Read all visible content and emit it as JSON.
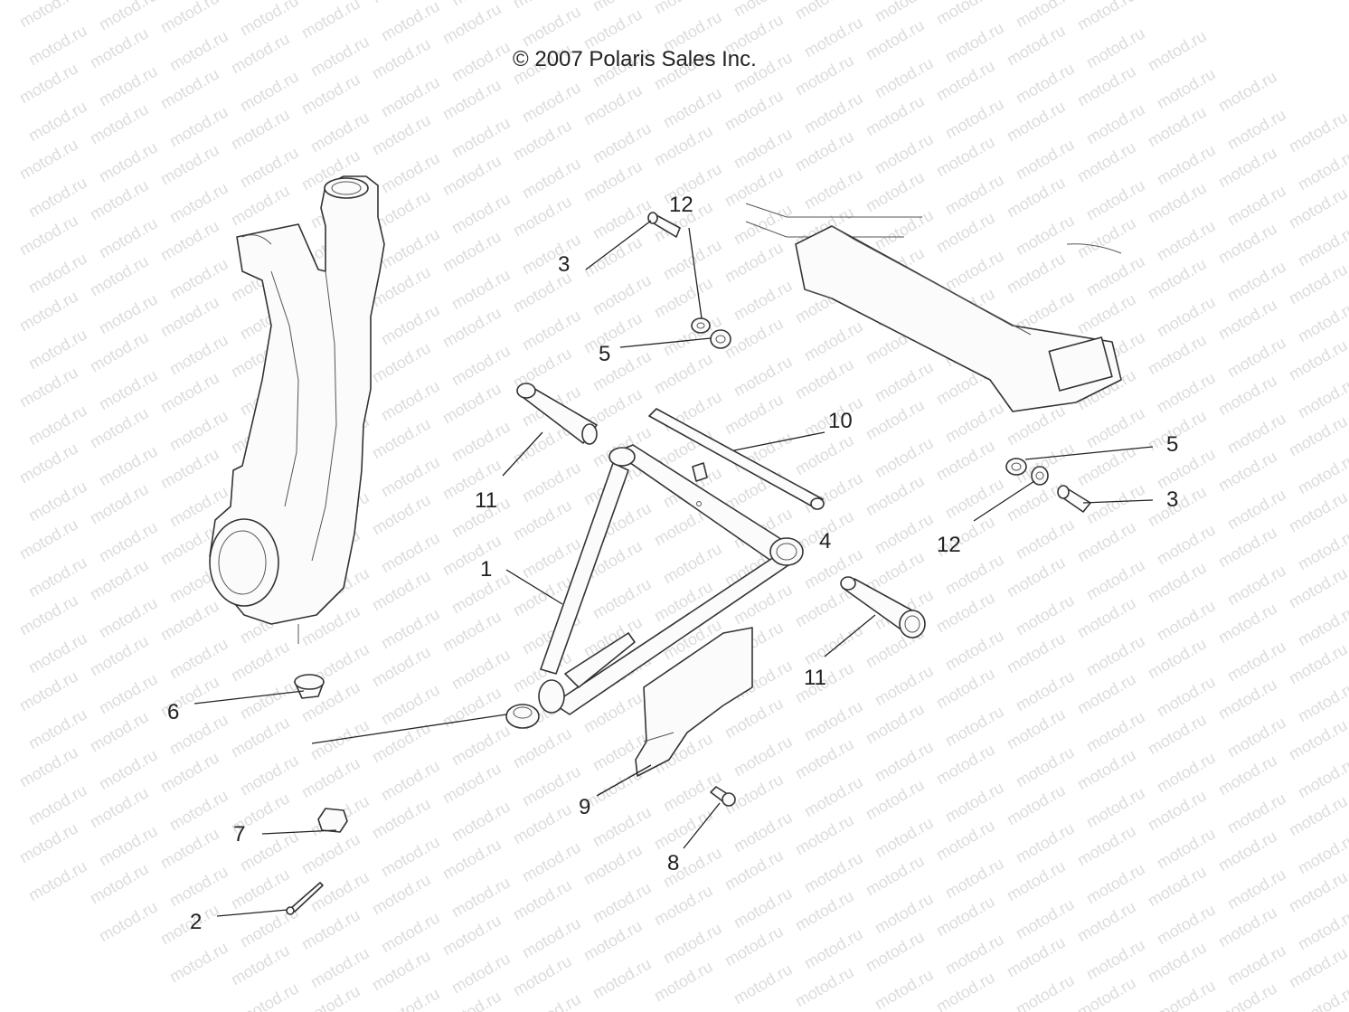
{
  "copyright": "© 2007 Polaris Sales Inc.",
  "watermark_text": "motod.ru",
  "callouts": [
    {
      "id": "callout-1",
      "label": "1"
    },
    {
      "id": "callout-2",
      "label": "2"
    },
    {
      "id": "callout-3-left",
      "label": "3"
    },
    {
      "id": "callout-3-right",
      "label": "3"
    },
    {
      "id": "callout-4",
      "label": "4"
    },
    {
      "id": "callout-5-left",
      "label": "5"
    },
    {
      "id": "callout-5-right",
      "label": "5"
    },
    {
      "id": "callout-6",
      "label": "6"
    },
    {
      "id": "callout-7",
      "label": "7"
    },
    {
      "id": "callout-8",
      "label": "8"
    },
    {
      "id": "callout-9",
      "label": "9"
    },
    {
      "id": "callout-10",
      "label": "10"
    },
    {
      "id": "callout-11-left",
      "label": "11"
    },
    {
      "id": "callout-11-right",
      "label": "11"
    },
    {
      "id": "callout-12-left",
      "label": "12"
    },
    {
      "id": "callout-12-right",
      "label": "12"
    }
  ]
}
